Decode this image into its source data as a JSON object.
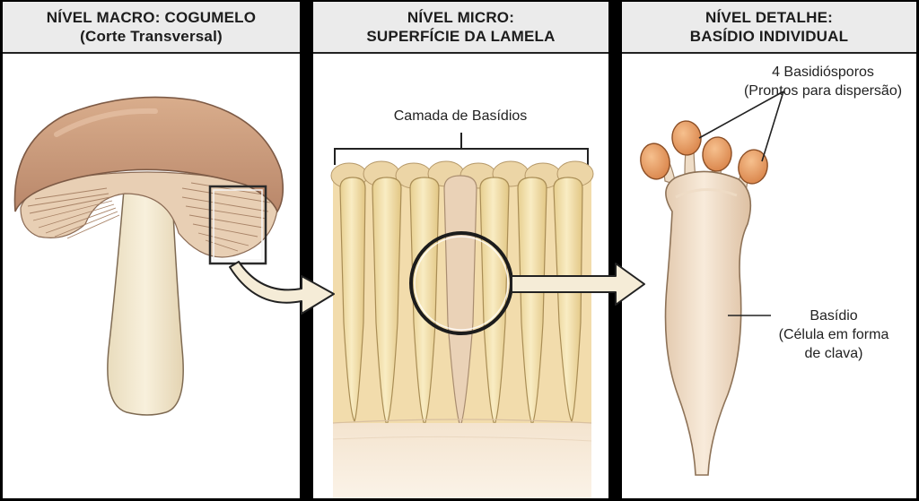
{
  "panels": [
    {
      "header_line1": "NÍVEL MACRO: COGUMELO",
      "header_line2": "(Corte Transversal)"
    },
    {
      "header_line1": "NÍVEL MICRO:",
      "header_line2": "SUPERFÍCIE DA LAMELA",
      "label": "Camada de Basídios"
    },
    {
      "header_line1": "NÍVEL DETALHE:",
      "header_line2": "BASÍDIO INDIVIDUAL",
      "spores_line1": "4 Basidiósporos",
      "spores_line2": "(Prontos para dispersão)",
      "basidium_line1": "Basídio",
      "basidium_line2": "(Célula em forma",
      "basidium_line3": "de clava)"
    }
  ],
  "colors": {
    "cap": "#c99a78",
    "gills": "#e8cfb4",
    "stem": "#f1e6cc",
    "basidia": "#f3dfa6",
    "basidium": "#f0dcc4",
    "spores": "#e59a62",
    "arrow_fill": "#f5ecd7"
  }
}
